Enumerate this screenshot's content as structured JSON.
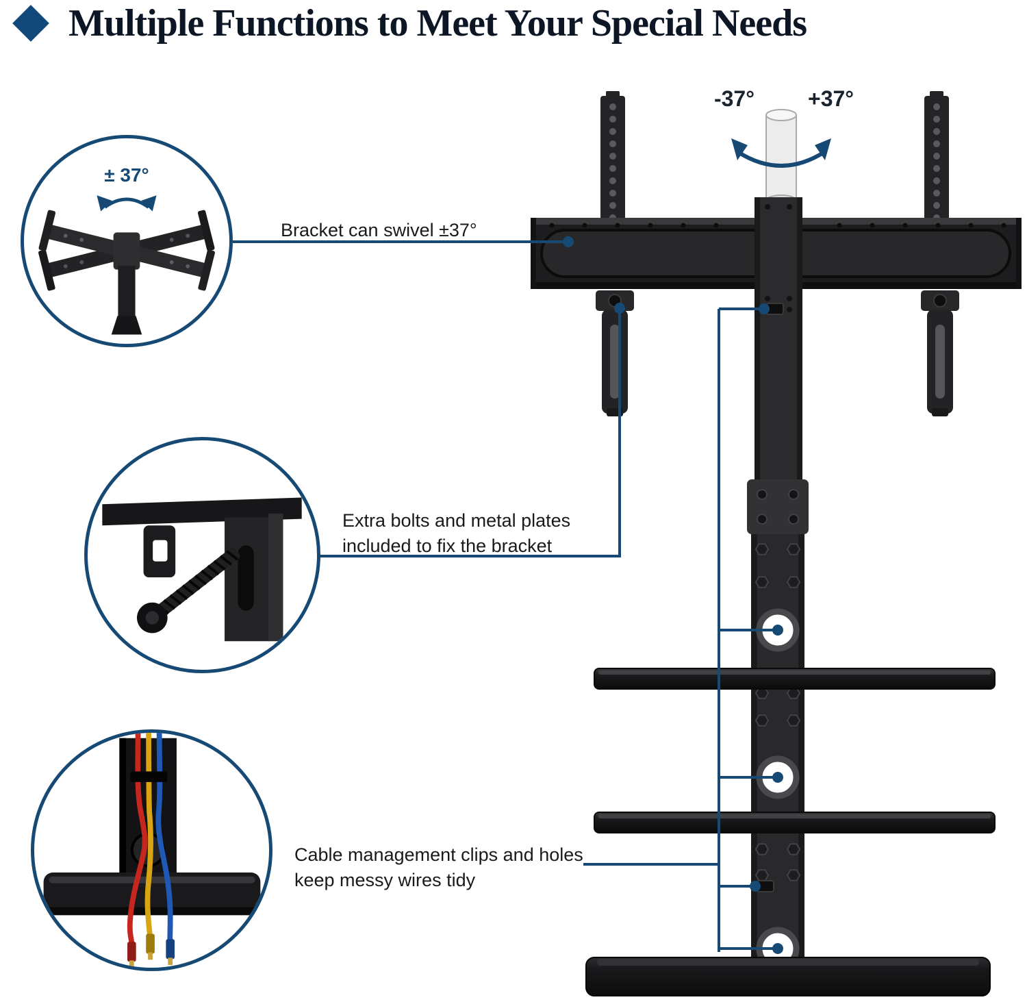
{
  "page": {
    "title": "Multiple Functions to Meet Your Special Needs",
    "background_color": "#ffffff",
    "accent_color": "#164a74",
    "text_color": "#1a1a1a"
  },
  "stand": {
    "swivel_left_label": "-37°",
    "swivel_right_label": "+37°"
  },
  "insets": {
    "swivel": {
      "label": "± 37°"
    },
    "bolt": {
      "description": "bolt-and-clamp-closeup"
    },
    "cables": {
      "wire_colors": [
        "#c5271f",
        "#d9a414",
        "#1f58b5"
      ]
    }
  },
  "callouts": [
    {
      "id": "swivel-callout",
      "text": "Bracket can swivel ±37°"
    },
    {
      "id": "bolts-callout",
      "line1": "Extra bolts and metal plates",
      "line2": "included to fix the bracket"
    },
    {
      "id": "cables-callout",
      "line1": "Cable management clips and holes",
      "line2": "keep messy wires tidy"
    }
  ]
}
